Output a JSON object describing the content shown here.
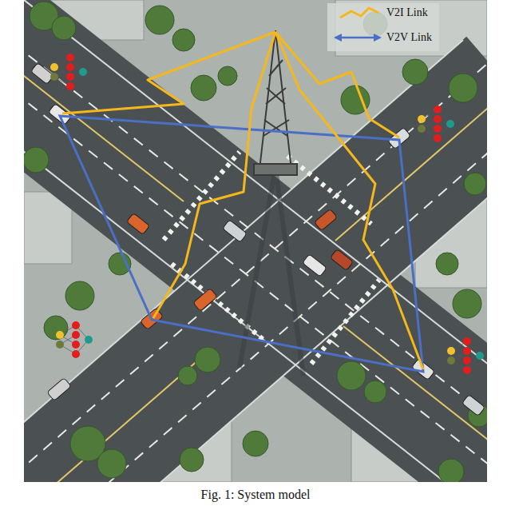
{
  "diagram": {
    "caption": "Fig. 1: System model",
    "legend": [
      {
        "text": "V2I Link"
      },
      {
        "text": "V2V Link"
      }
    ]
  }
}
